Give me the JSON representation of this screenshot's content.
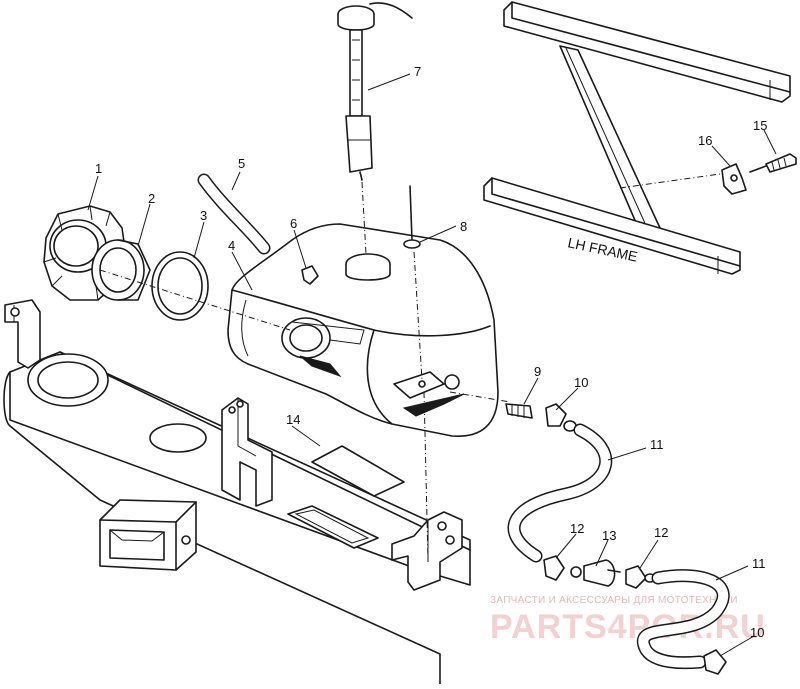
{
  "callouts": {
    "c1": "1",
    "c2": "2",
    "c3": "3",
    "c4": "4",
    "c5": "5",
    "c6": "6",
    "c7": "7",
    "c8": "8",
    "c9": "9",
    "c10a": "10",
    "c10b": "10",
    "c11a": "11",
    "c11b": "11",
    "c12a": "12",
    "c12b": "12",
    "c13": "13",
    "c14": "14",
    "c15": "15",
    "c16": "16"
  },
  "frame_label": "LH FRAME",
  "watermark": {
    "tagline": "ЗАПЧАСТИ И АКСЕССУАРЫ ДЛЯ МОТОТЕХНИКИ",
    "brand": "PARTS4POR.RU"
  },
  "colors": {
    "line": "#1a1a1a",
    "background": "#ffffff",
    "watermark": "#f2c9c9"
  }
}
